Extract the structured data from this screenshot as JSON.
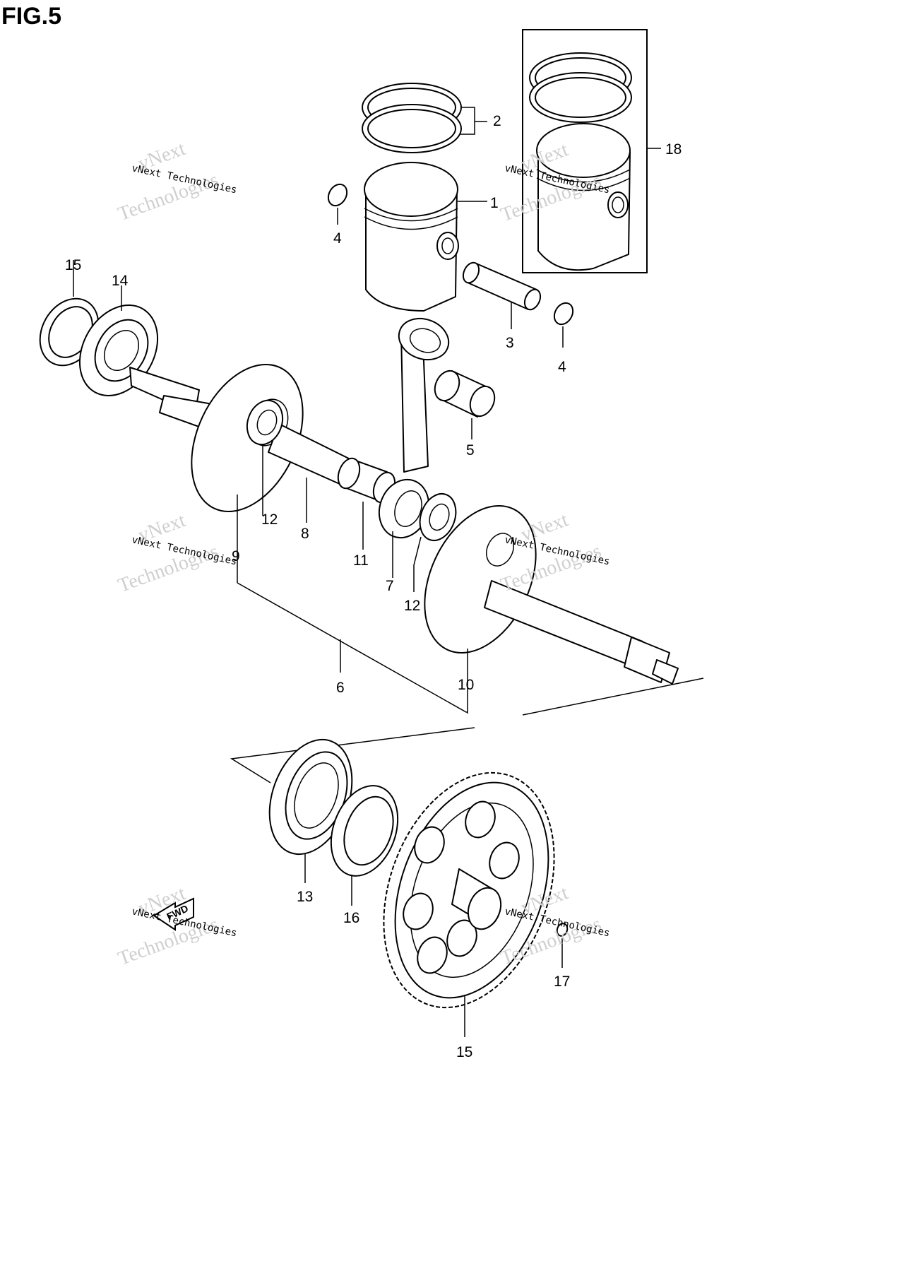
{
  "figure": {
    "title": "FIG.5",
    "callouts": [
      {
        "id": "1",
        "text": "1"
      },
      {
        "id": "2",
        "text": "2"
      },
      {
        "id": "3",
        "text": "3"
      },
      {
        "id": "4a",
        "text": "4"
      },
      {
        "id": "4b",
        "text": "4"
      },
      {
        "id": "5",
        "text": "5"
      },
      {
        "id": "6",
        "text": "6"
      },
      {
        "id": "7",
        "text": "7"
      },
      {
        "id": "8",
        "text": "8"
      },
      {
        "id": "9",
        "text": "9"
      },
      {
        "id": "10",
        "text": "10"
      },
      {
        "id": "11",
        "text": "11"
      },
      {
        "id": "12a",
        "text": "12"
      },
      {
        "id": "12b",
        "text": "12"
      },
      {
        "id": "13",
        "text": "13"
      },
      {
        "id": "14",
        "text": "14"
      },
      {
        "id": "15a",
        "text": "15"
      },
      {
        "id": "15b",
        "text": "15"
      },
      {
        "id": "16",
        "text": "16"
      },
      {
        "id": "17",
        "text": "17"
      },
      {
        "id": "18",
        "text": "18"
      }
    ],
    "fwd_label": "FWD"
  },
  "watermark": {
    "line1": "vNext Technologies",
    "line2": "vNext",
    "line3": "Technologies"
  }
}
